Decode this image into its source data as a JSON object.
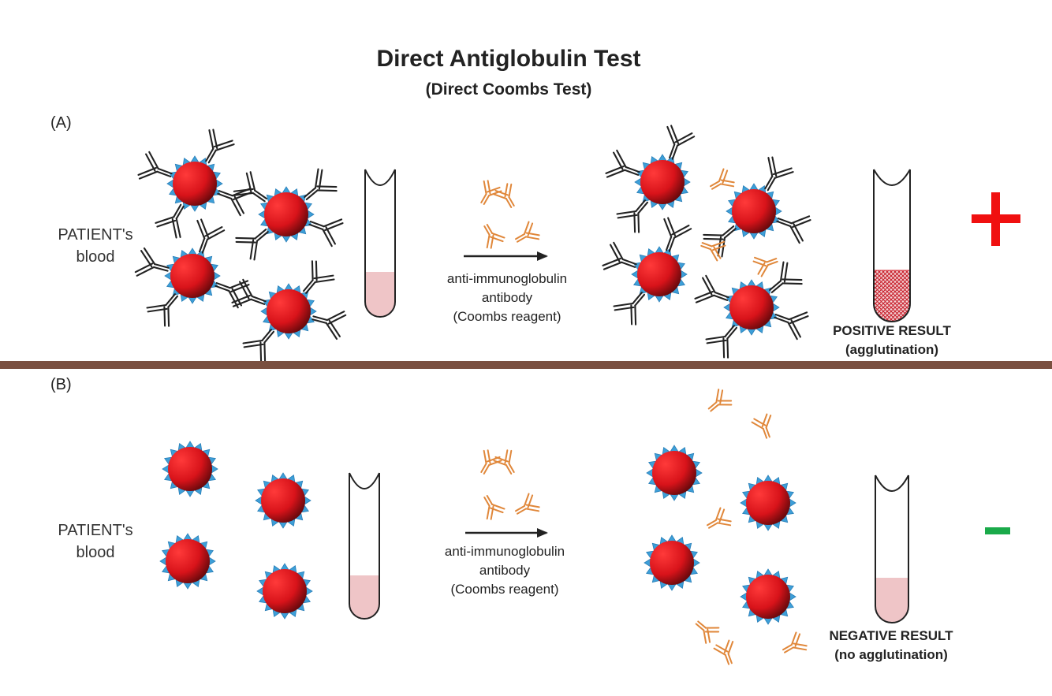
{
  "title": "Direct Antiglobulin Test",
  "subtitle": "(Direct Coombs Test)",
  "panels": [
    {
      "label": "(A)",
      "patient_line1": "PATIENT's",
      "patient_line2": "blood",
      "reagent_line1": "anti-immunoglobulin",
      "reagent_line2": "antibody",
      "reagent_line3": "(Coombs reagent)",
      "result_line1": "POSITIVE RESULT",
      "result_line2": "(agglutination)",
      "sign": "+"
    },
    {
      "label": "(B)",
      "patient_line1": "PATIENT's",
      "patient_line2": "blood",
      "reagent_line1": "anti-immunoglobulin",
      "reagent_line2": "antibody",
      "reagent_line3": "(Coombs reagent)",
      "result_line1": "NEGATIVE RESULT",
      "result_line2": "(no agglutination)",
      "sign": "–"
    }
  ],
  "colors": {
    "divider": "#7a5040",
    "cell": "#d8131a",
    "antigen": "#3d9fd8",
    "patient_antibody": "#222222",
    "coombs_antibody": "#e0873a",
    "tube_fluid": "#efc5c7",
    "tube_agglutinate": "#d8333e",
    "positive_sign": "#f01010",
    "negative_sign": "#1aaa4a"
  },
  "icons": [
    "red-blood-cell-icon",
    "antibody-icon",
    "test-tube-icon",
    "arrow-icon"
  ]
}
